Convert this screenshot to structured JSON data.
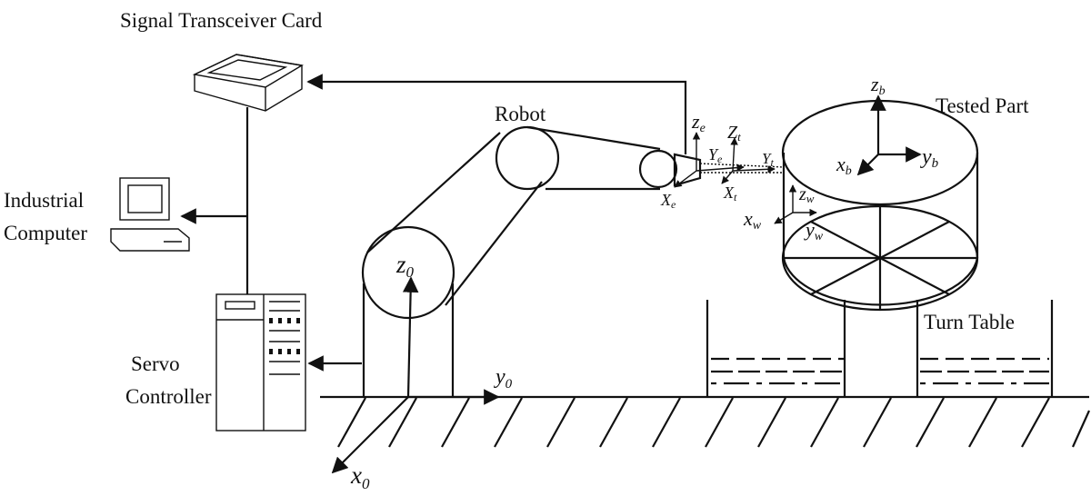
{
  "labels": {
    "signal_card": "Signal Transceiver Card",
    "industrial": "Industrial",
    "computer": "Computer",
    "servo": "Servo",
    "controller": "Controller",
    "robot": "Robot",
    "tested_part": "Tested Part",
    "turn_table": "Turn Table"
  },
  "axes": {
    "z0": "z",
    "z0_sub": "0",
    "y0": "y",
    "y0_sub": "0",
    "x0": "x",
    "x0_sub": "0",
    "ze": "z",
    "ze_sub": "e",
    "ye": "Y",
    "ye_sub": "e",
    "xe": "X",
    "xe_sub": "e",
    "zt": "Z",
    "zt_sub": "t",
    "yt": "Y",
    "yt_sub": "t",
    "xt": "X",
    "xt_sub": "t",
    "zb": "z",
    "zb_sub": "b",
    "yb": "y",
    "yb_sub": "b",
    "xb": "x",
    "xb_sub": "b",
    "zw": "z",
    "zw_sub": "w",
    "xw": "x",
    "xw_sub": "w",
    "yw": "y",
    "yw_sub": "w"
  },
  "colors": {
    "device_fill": "#fbf6c8",
    "stroke": "#111111"
  }
}
